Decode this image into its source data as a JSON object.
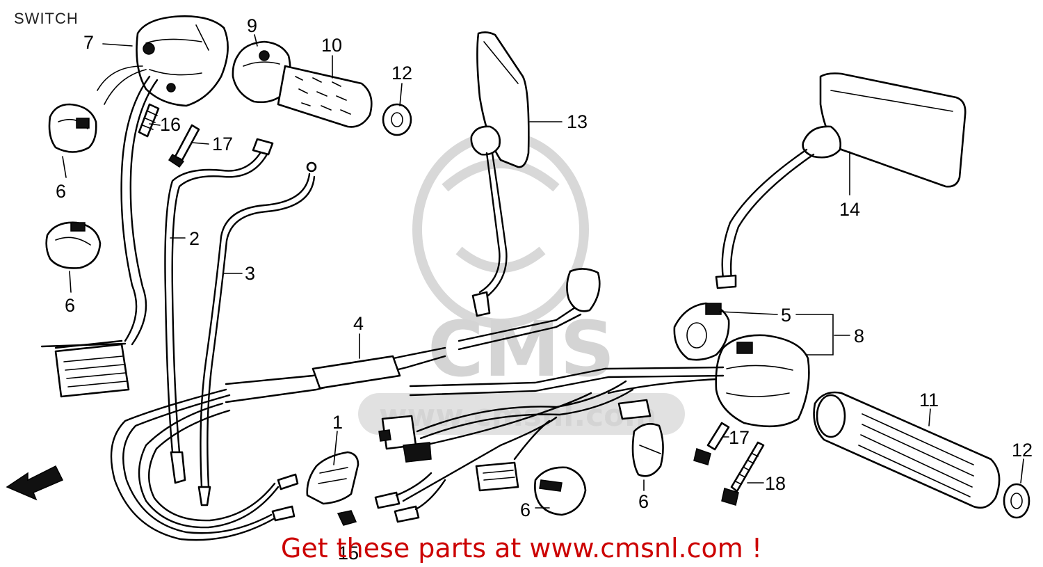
{
  "title": "SWITCH",
  "footer_text": "Get these parts at www.cmsnl.com !",
  "watermark": {
    "logo_text": "CMS",
    "url_text": "www.cmsnl.com"
  },
  "callouts": [
    {
      "id": "c1",
      "label": "1"
    },
    {
      "id": "c2",
      "label": "2"
    },
    {
      "id": "c3",
      "label": "3"
    },
    {
      "id": "c4",
      "label": "4"
    },
    {
      "id": "c5",
      "label": "5"
    },
    {
      "id": "c6a",
      "label": "6"
    },
    {
      "id": "c6b",
      "label": "6"
    },
    {
      "id": "c6c",
      "label": "6"
    },
    {
      "id": "c6d",
      "label": "6"
    },
    {
      "id": "c7",
      "label": "7"
    },
    {
      "id": "c8",
      "label": "8"
    },
    {
      "id": "c9",
      "label": "9"
    },
    {
      "id": "c10",
      "label": "10"
    },
    {
      "id": "c11",
      "label": "11"
    },
    {
      "id": "c12a",
      "label": "12"
    },
    {
      "id": "c12b",
      "label": "12"
    },
    {
      "id": "c13",
      "label": "13"
    },
    {
      "id": "c14",
      "label": "14"
    },
    {
      "id": "c15",
      "label": "15"
    },
    {
      "id": "c16",
      "label": "16"
    },
    {
      "id": "c17a",
      "label": "17"
    },
    {
      "id": "c17b",
      "label": "17"
    },
    {
      "id": "c18",
      "label": "18"
    }
  ]
}
